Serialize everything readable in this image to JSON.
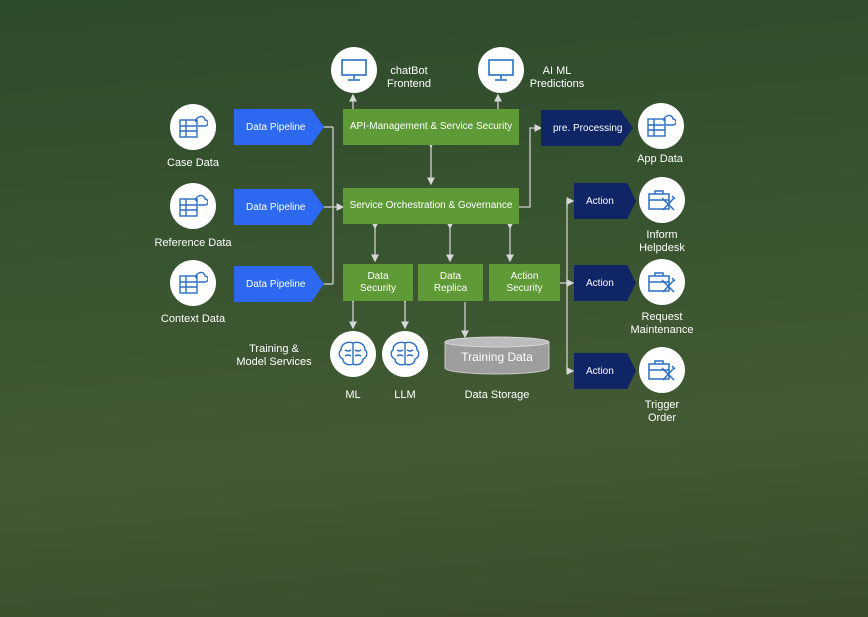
{
  "sources": [
    {
      "label": "Case Data",
      "icon": "database-cloud-icon"
    },
    {
      "label": "Reference Data",
      "icon": "database-cloud-icon"
    },
    {
      "label": "Context Data",
      "icon": "database-cloud-icon"
    }
  ],
  "pipelines": [
    "Data Pipeline",
    "Data Pipeline",
    "Data Pipeline"
  ],
  "frontends": [
    {
      "label": "chatBot\nFrontend",
      "icon": "monitor-icon"
    },
    {
      "label": "AI ML\nPredictions",
      "icon": "monitor-icon"
    }
  ],
  "api_management": "API-Management & Service Security",
  "orchestration": "Service Orchestration & Governance",
  "modules": [
    "Data\nSecurity",
    "Data\nReplica",
    "Action\nSecurity"
  ],
  "pre_processing": "pre. Processing",
  "app_data": {
    "label": "App Data",
    "icon": "database-cloud-icon"
  },
  "actions": [
    {
      "chevron": "Action",
      "label": "Inform\nHelpdesk",
      "icon": "toolbox-icon"
    },
    {
      "chevron": "Action",
      "label": "Request\nMaintenance",
      "icon": "toolbox-icon"
    },
    {
      "chevron": "Action",
      "label": "Trigger\nOrder",
      "icon": "toolbox-icon"
    }
  ],
  "training": {
    "title": "Training &\nModel Services",
    "models": [
      {
        "label": "ML",
        "icon": "brain-icon"
      },
      {
        "label": "LLM",
        "icon": "brain-icon"
      }
    ]
  },
  "storage": {
    "cylinder": "Training Data",
    "label": "Data Storage"
  },
  "colors": {
    "pipeline": "#2d68f0",
    "action": "#0f2566",
    "service": "#5e9a36",
    "icon": "#2a6fc4"
  }
}
